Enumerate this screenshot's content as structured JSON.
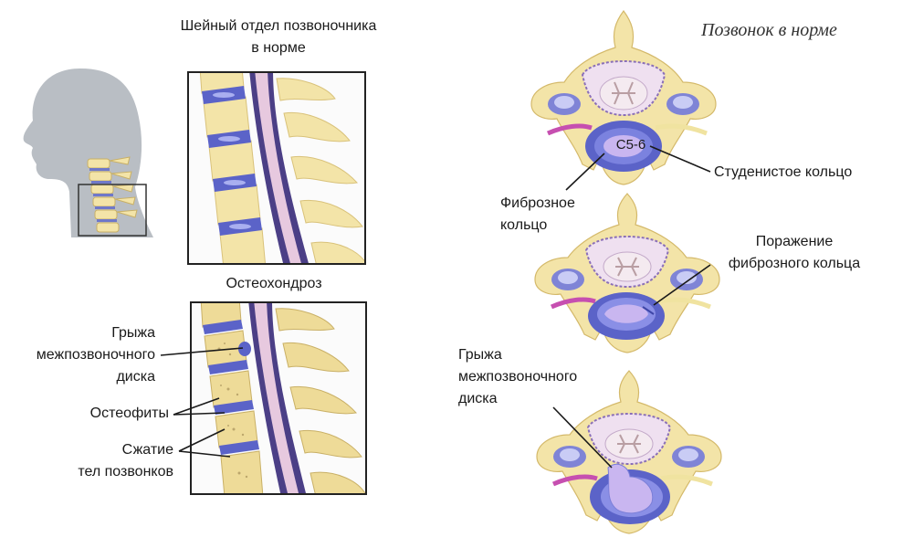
{
  "colors": {
    "bone": "#f3e4a8",
    "bone_dark": "#d9c27a",
    "disc_blue": "#5b63c8",
    "disc_light": "#a9aff0",
    "cord_pink": "#e7c9df",
    "cord_purple": "#4b3f86",
    "head_gray": "#b9bec4",
    "nerve_purple": "#c64fb0",
    "nucleus": "#c9b6f0"
  },
  "left": {
    "normal_title_line1": "Шейный отдел позвоночника",
    "normal_title_line2": "в норме",
    "osteo_title": "Остеохондроз",
    "labels": {
      "hernia_line1": "Грыжа",
      "hernia_line2": "межпозвоночного",
      "hernia_line3": "диска",
      "osteophytes": "Остеофиты",
      "compression_line1": "Сжатие",
      "compression_line2": "тел позвонков"
    }
  },
  "right": {
    "title": "Позвонок в норме",
    "vertebra_code": "C5-6",
    "labels": {
      "nucleus": "Студенистое кольцо",
      "annulus_line1": "Фиброзное",
      "annulus_line2": "кольцо",
      "damage_line1": "Поражение",
      "damage_line2": "фиброзного кольца",
      "hernia_line1": "Грыжа",
      "hernia_line2": "межпозвоночного",
      "hernia_line3": "диска"
    }
  }
}
